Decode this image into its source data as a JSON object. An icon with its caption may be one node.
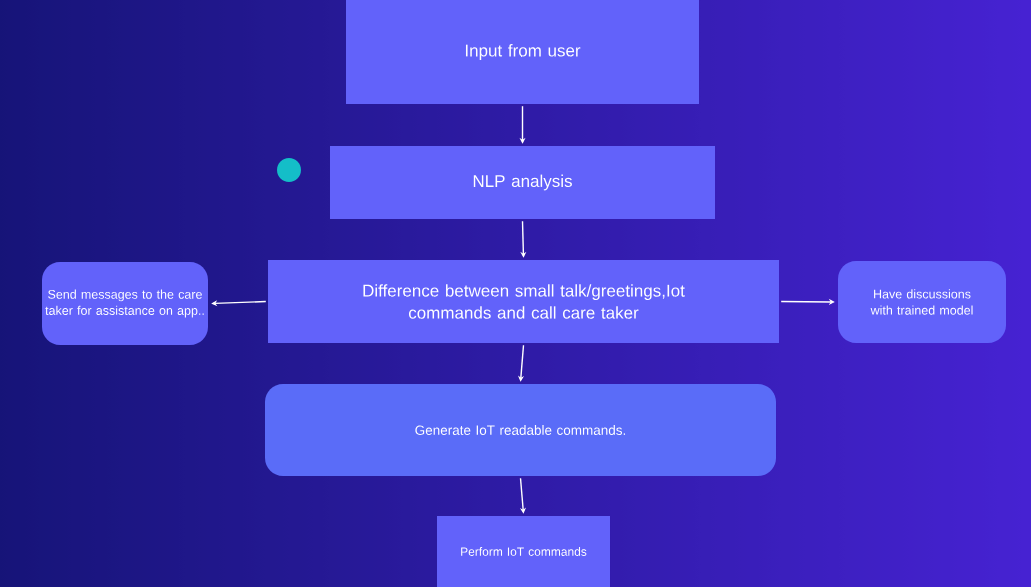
{
  "diagram": {
    "nodes": [
      {
        "text": [
          "Input from user"
        ]
      },
      {
        "text": [
          "NLP analysis"
        ]
      },
      {
        "text": [
          "Difference between small talk/greetings,Iot commands and call  care taker"
        ]
      },
      {
        "text": [
          "Send messages to the care taker for assistance on app.."
        ]
      },
      {
        "text": [
          "Have discussions with trained model"
        ]
      },
      {
        "text": [
          "Generate IoT readable commands."
        ]
      },
      {
        "text": [
          "Perform IoT commands"
        ]
      }
    ],
    "edges": [
      {
        "from": 0,
        "to": 1,
        "arrow": "to"
      },
      {
        "from": 1,
        "to": 2,
        "arrow": "to"
      },
      {
        "from": 2,
        "to": 3,
        "arrow": "to"
      },
      {
        "from": 2,
        "to": 4,
        "arrow": "to"
      },
      {
        "from": 2,
        "to": 5,
        "arrow": "to"
      },
      {
        "from": 5,
        "to": 6,
        "arrow": "to"
      }
    ]
  }
}
